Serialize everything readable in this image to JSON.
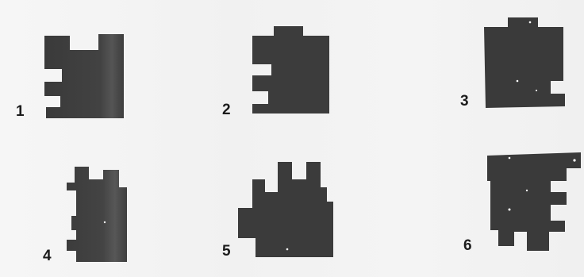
{
  "figure": {
    "pieces": [
      {
        "label": "1"
      },
      {
        "label": "2"
      },
      {
        "label": "3"
      },
      {
        "label": "4"
      },
      {
        "label": "5"
      },
      {
        "label": "6"
      }
    ],
    "colors": {
      "piece_fill": "#3b3b3b",
      "piece_fill_light": "#474747",
      "page": "#f3f3f3",
      "label": "#1c1c1c"
    }
  }
}
